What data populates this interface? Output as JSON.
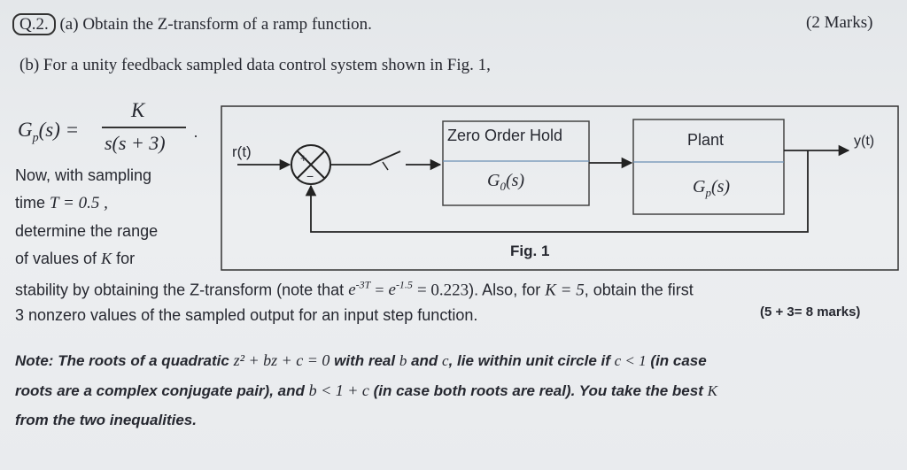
{
  "part_a": {
    "question_number": "Q.2.",
    "part_label": "(a)",
    "text": "Obtain the Z-transform of a ramp function.",
    "marks": "(2 Marks)"
  },
  "part_b": {
    "intro": "(b) For a unity feedback sampled data control system shown in Fig. 1,",
    "gp_lhs": "G",
    "gp_sub": "p",
    "gp_arg": "(s) =",
    "gp_numerator": "K",
    "gp_denominator": "s(s + 3)",
    "side_text": [
      "Now, with sampling",
      "time",
      "T = 0.5 ,",
      "determine the range",
      "of values of",
      "K",
      "for"
    ],
    "stability_line": {
      "pre": "stability by obtaining the Z-transform (note that",
      "exp1": "e",
      "exp1_sup": "-3T",
      "eq1": "=",
      "exp2": "e",
      "exp2_sup": "-1.5",
      "eq2": "= 0.223",
      "post": "). Also, for",
      "k_eq": "K = 5",
      "tail": ", obtain the first"
    },
    "line2": "3 nonzero values of the sampled output for an input step function.",
    "marks": "(5 + 3= 8 marks)"
  },
  "figure": {
    "input_label": "r(t)",
    "output_label": "y(t)",
    "plus_sign": "+",
    "minus_sign": "−",
    "zoh_title": "Zero Order Hold",
    "zoh_tf": "G",
    "zoh_tf_sub": "0",
    "zoh_tf_arg": "(s)",
    "plant_title": "Plant",
    "plant_tf": "G",
    "plant_tf_sub": "p",
    "plant_tf_arg": "(s)",
    "caption": "Fig. 1"
  },
  "note": {
    "label": "Note:",
    "l1_a": "The roots of a quadratic",
    "l1_eq": "z² + bz + c = 0",
    "l1_b": "with real",
    "l1_c": "b",
    "l1_d": "and",
    "l1_e": "c",
    "l1_f": ", lie within unit circle if",
    "l1_g": "c < 1",
    "l1_h": "(in case",
    "l2_a": "roots are a complex conjugate pair), and",
    "l2_b": "b < 1 + c",
    "l2_c": "(in case both roots are real). You take the best",
    "l2_d": "K",
    "l3": "from the two inequalities."
  }
}
